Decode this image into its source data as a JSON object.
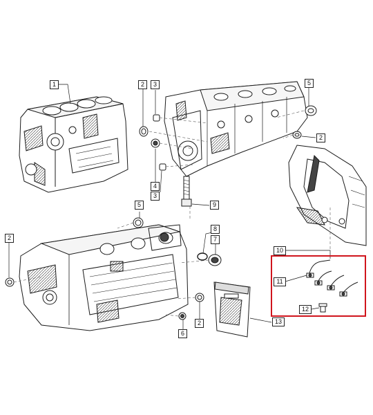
{
  "callouts": {
    "c1": "1",
    "c2_top": "2",
    "c3_top": "3",
    "c5_top": "5",
    "c2_right": "2",
    "c4": "4",
    "c3_bottom": "3",
    "c9": "9",
    "c5_mid": "5",
    "c2_left": "2",
    "c8": "8",
    "c7": "7",
    "c10": "10",
    "c11": "11",
    "c12": "12",
    "c2_bottom": "2",
    "c13": "13",
    "c6": "6"
  },
  "colors": {
    "highlight": "#d0141c",
    "ink": "#1a1a1a",
    "shade": "#555555"
  }
}
